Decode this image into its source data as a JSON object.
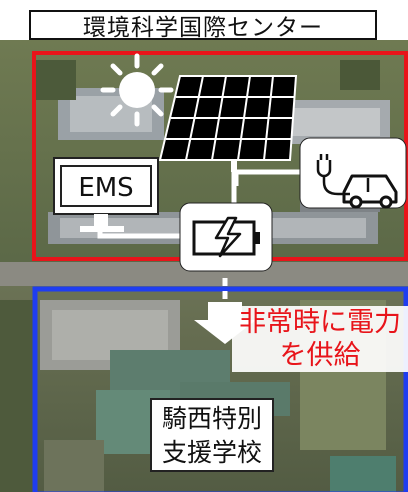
{
  "title": "環境科学国際センター",
  "ems_label": "EMS",
  "callout_line1": "非常時に電力",
  "callout_line2": "を供給",
  "school_line1": "騎西特別",
  "school_line2": "支援学校",
  "colors": {
    "upper_border": "#e8141a",
    "lower_border": "#1f3df0",
    "callout_text": "#e8141a",
    "outline": "#111111",
    "solar_panel": "#000000"
  },
  "icons": [
    "sun-icon",
    "solar-panel-icon",
    "ev-charger-car-icon",
    "battery-icon",
    "monitor-icon",
    "down-arrow-icon"
  ]
}
